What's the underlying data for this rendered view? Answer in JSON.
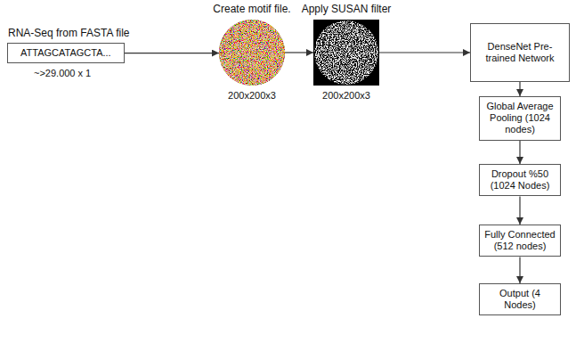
{
  "diagram": {
    "nodes": [
      {
        "text": [
          "RNA-Seq from FASTA file",
          "ATTAGCATAGCTA..."
        ]
      },
      {
        "text": [
          "Create motif file.",
          "200x200x3"
        ]
      },
      {
        "text": [
          "Apply SUSAN filter",
          "200x200x3"
        ]
      },
      {
        "text": [
          "DenseNet Pre-trained Network"
        ]
      },
      {
        "text": [
          "Global Average Pooling (1024 nodes)"
        ]
      },
      {
        "text": [
          "Dropout %50 (1024 Nodes)"
        ]
      },
      {
        "text": [
          "Fully Connected (512 nodes)"
        ]
      },
      {
        "text": [
          "Output (4 Nodes)"
        ]
      }
    ],
    "edges": [
      {
        "from": 0,
        "to": 1,
        "arrow": "to"
      },
      {
        "from": 1,
        "to": 2,
        "arrow": "to"
      },
      {
        "from": 2,
        "to": 3,
        "arrow": "to"
      },
      {
        "from": 3,
        "to": 4,
        "arrow": "to"
      },
      {
        "from": 4,
        "to": 5,
        "arrow": "to"
      },
      {
        "from": 5,
        "to": 6,
        "arrow": "to"
      },
      {
        "from": 6,
        "to": 7,
        "arrow": "to"
      }
    ],
    "labels": [
      "~>29.000 x 1"
    ]
  }
}
